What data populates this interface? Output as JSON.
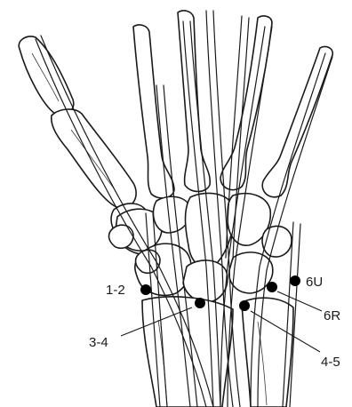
{
  "diagram": {
    "portals": [
      {
        "id": "p12",
        "label": "1-2"
      },
      {
        "id": "p34",
        "label": "3-4"
      },
      {
        "id": "p45",
        "label": "4-5"
      },
      {
        "id": "p6r",
        "label": "6R"
      },
      {
        "id": "p6u",
        "label": "6U"
      }
    ]
  }
}
